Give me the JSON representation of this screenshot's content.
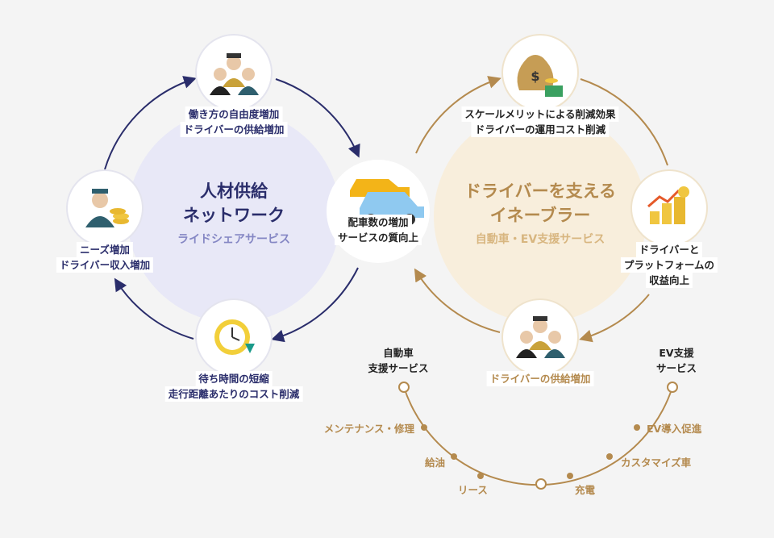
{
  "colors": {
    "navy": "#2a2d6b",
    "gold": "#b48a4e",
    "left_fill": "#e8e8f7",
    "right_fill": "#f8eedc",
    "background": "#f4f4f4"
  },
  "left_cycle": {
    "title_line1": "人材供給",
    "title_line2": "ネットワーク",
    "subtitle": "ライドシェアサービス",
    "top": {
      "icon": "drivers-icon",
      "line1": "働き方の自由度増加",
      "line2": "ドライバーの供給増加"
    },
    "left": {
      "icon": "driver-coins-icon",
      "line1": "ニーズ増加",
      "line2": "ドライバー収入増加"
    },
    "bottom": {
      "icon": "clock-icon",
      "line1": "待ち時間の短縮",
      "line2": "走行距離あたりのコスト削減"
    }
  },
  "center": {
    "icon": "cars-icon",
    "line1": "配車数の増加",
    "line2": "サービスの質向上"
  },
  "right_cycle": {
    "title_line1": "ドライバーを支える",
    "title_line2": "イネーブラー",
    "subtitle": "自動車・EV支援サービス",
    "top": {
      "icon": "money-bag-icon",
      "line1": "スケールメリットによる削減効果",
      "line2": "ドライバーの運用コスト削減"
    },
    "right": {
      "icon": "growth-chart-icon",
      "line1": "ドライバーと",
      "line2": "プラットフォームの",
      "line3": "収益向上"
    },
    "bottom": {
      "icon": "drivers-icon",
      "line1": "ドライバーの供給増加"
    }
  },
  "service_arc": {
    "left_heading_line1": "自動車",
    "left_heading_line2": "支援サービス",
    "right_heading_line1": "EV支援",
    "right_heading_line2": "サービス",
    "items": [
      "メンテナンス・修理",
      "給油",
      "リース",
      "充電",
      "カスタマイズ車",
      "EV導入促進"
    ]
  }
}
